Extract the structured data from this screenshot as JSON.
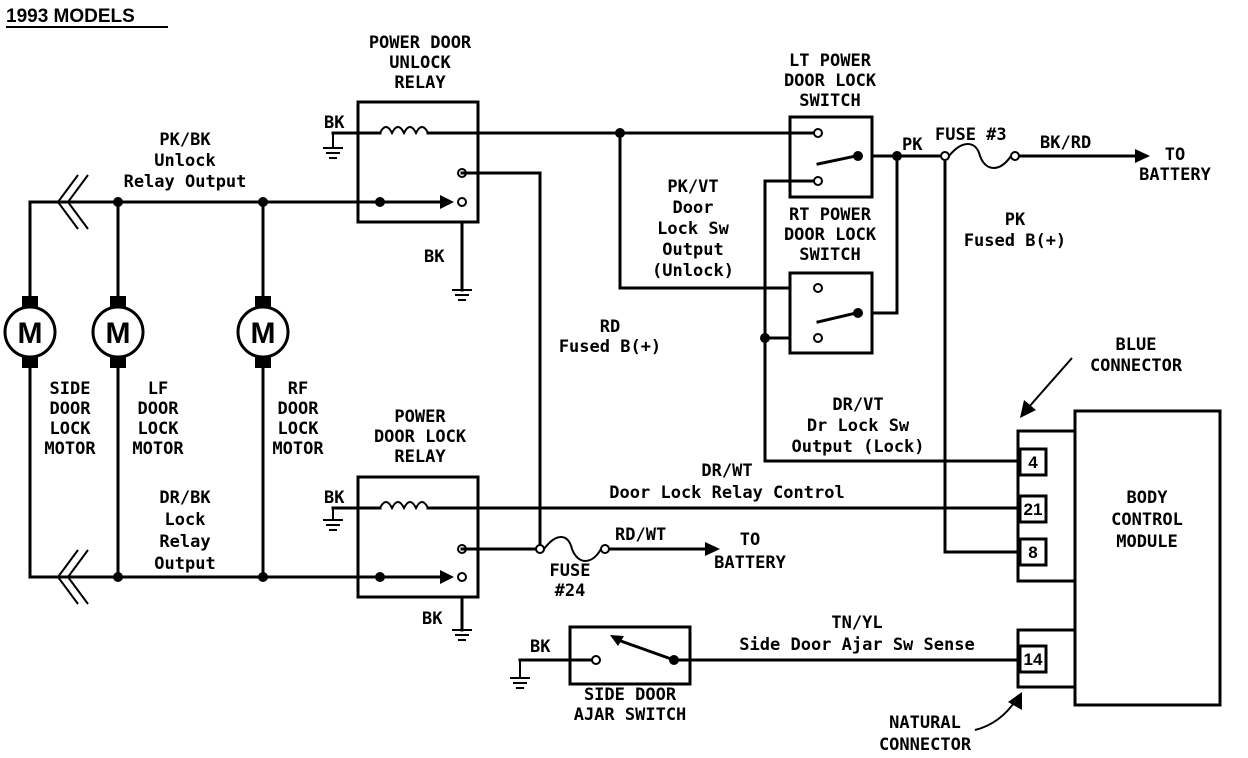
{
  "title": "1993 MODELS",
  "unlock_relay": {
    "line1": "POWER DOOR",
    "line2": "UNLOCK",
    "line3": "RELAY"
  },
  "lock_relay": {
    "line1": "POWER",
    "line2": "DOOR LOCK",
    "line3": "RELAY"
  },
  "lt_switch": {
    "line1": "LT POWER",
    "line2": "DOOR LOCK",
    "line3": "SWITCH"
  },
  "rt_switch": {
    "line1": "RT POWER",
    "line2": "DOOR LOCK",
    "line3": "SWITCH"
  },
  "ajar_switch": {
    "line1": "SIDE DOOR",
    "line2": "AJAR SWITCH"
  },
  "bcm": {
    "line1": "BODY",
    "line2": "CONTROL",
    "line3": "MODULE"
  },
  "bcm_pins": [
    "4",
    "21",
    "8",
    "14"
  ],
  "motor_symbol": "M",
  "motors": [
    {
      "line1": "SIDE",
      "line2": "DOOR",
      "line3": "LOCK",
      "line4": "MOTOR"
    },
    {
      "line1": "LF",
      "line2": "DOOR",
      "line3": "LOCK",
      "line4": "MOTOR"
    },
    {
      "line1": "RF",
      "line2": "DOOR",
      "line3": "LOCK",
      "line4": "MOTOR"
    }
  ],
  "wires": {
    "unlock_output": {
      "line1": "PK/BK",
      "line2": "Unlock",
      "line3": "Relay Output"
    },
    "lock_output": {
      "line1": "DR/BK",
      "line2": "Lock",
      "line3": "Relay",
      "line4": "Output"
    },
    "unlock_sw": {
      "line1": "PK/VT",
      "line2": "Door",
      "line3": "Lock Sw",
      "line4": "Output",
      "line5": "(Unlock)"
    },
    "rd_fused": {
      "line1": "RD",
      "line2": "Fused B(+)"
    },
    "pk_fused": {
      "line1": "PK",
      "line2": "Fused B(+)"
    },
    "pk": "PK",
    "bk_rd": "BK/RD",
    "rd_wt": "RD/WT",
    "lock_sw": {
      "line1": "DR/VT",
      "line2": "Dr Lock Sw",
      "line3": "Output (Lock)"
    },
    "relay_ctrl": {
      "line1": "DR/WT",
      "line2": "Door Lock Relay Control"
    },
    "ajar_sense": {
      "line1": "TN/YL",
      "line2": "Side Door Ajar Sw Sense"
    }
  },
  "fuse3": "FUSE #3",
  "fuse24": {
    "line1": "FUSE",
    "line2": "#24"
  },
  "to_battery_1": {
    "line1": "TO",
    "line2": "BATTERY"
  },
  "to_battery_2": {
    "line1": "TO",
    "line2": "BATTERY"
  },
  "ground_labels": {
    "bk": "BK"
  },
  "blue_connector": {
    "line1": "BLUE",
    "line2": "CONNECTOR"
  },
  "natural_connector": {
    "line1": "NATURAL",
    "line2": "CONNECTOR"
  }
}
